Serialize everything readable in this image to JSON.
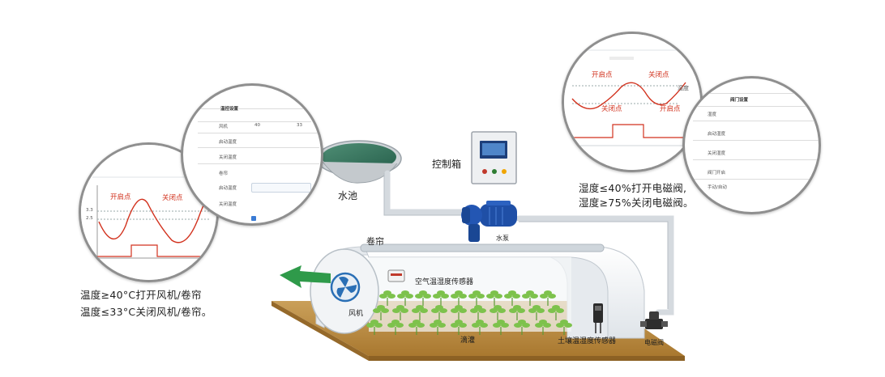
{
  "labels": {
    "water_pool": "水池",
    "control_cabinet": "控制箱",
    "pump": "水泵",
    "curtain": "卷帘",
    "air_sensor": "空气温湿度传感器",
    "fan": "风机",
    "irrigation": "滴灌",
    "soil_sensor": "土壤温湿度传感器",
    "solenoid_valve": "电磁阀"
  },
  "captions": {
    "left_line1": "温度≥40°C打开风机/卷帘",
    "left_line2": "温度≤33°C关闭风机/卷帘。",
    "right_line1": "湿度≤40%打开电磁阀,",
    "right_line2": "湿度≥75%关闭电磁阀。"
  },
  "left_chart": {
    "marker_high": "开启点",
    "marker_low": "关闭点",
    "value_label": "3.3",
    "value_label_b": "2.5"
  },
  "right_chart": {
    "marker_open": "开启点",
    "marker_close": "关闭点",
    "marker_open_b": "关闭点",
    "marker_close_b": "开启点",
    "side_label": "湿度"
  },
  "left_settings_panel": {
    "header": "温控设置",
    "rows": [
      "风机",
      "启动温度",
      "关闭温度",
      "卷帘",
      "启动温度",
      "关闭温度"
    ],
    "values": [
      "40",
      "33"
    ]
  },
  "right_settings_panel": {
    "header": "阀门设置",
    "rows": [
      "湿度",
      "启动湿度",
      "关闭湿度",
      "阀门开启"
    ],
    "footer": "手动/自动"
  },
  "colors": {
    "water": "#3a7a63",
    "pipe": "#d9dde2",
    "pump_blue": "#1f4fa6",
    "soil": "#b8893e",
    "plant": "#7dc24c",
    "greenhouse": "#eef1f4",
    "arrow": "#2f9a4a",
    "curve": "#d2321e"
  }
}
